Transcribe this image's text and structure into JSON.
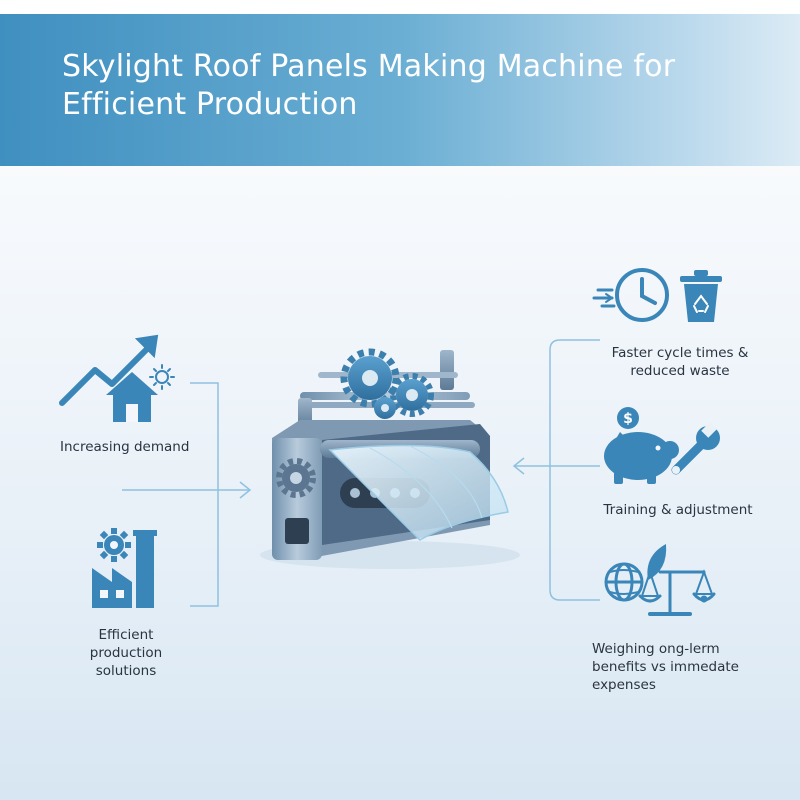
{
  "header": {
    "title_line1": "Skylight Roof Panels Making Machine for",
    "title_line2": "Efficient Production"
  },
  "left": {
    "demand_label": "Increasing demand",
    "efficient_label_line1": "Efficient",
    "efficient_label_line2": "production",
    "efficient_label_line3": "solutions"
  },
  "right": {
    "faster_label_line1": "Faster cycle times &",
    "faster_label_line2": "reduced waste",
    "training_label": "Training & adjustment",
    "weighing_label_line1": "Weighing ong-lerm",
    "weighing_label_line2": "benefits vs immedate",
    "weighing_label_line3": "expenses"
  },
  "icons": {
    "money_symbol": "$"
  },
  "colors": {
    "primary": "#3a86b8",
    "line": "#8fc1e0",
    "header_start": "#3f8fc0",
    "header_end": "#dcebf5",
    "text": "#2a3440"
  }
}
